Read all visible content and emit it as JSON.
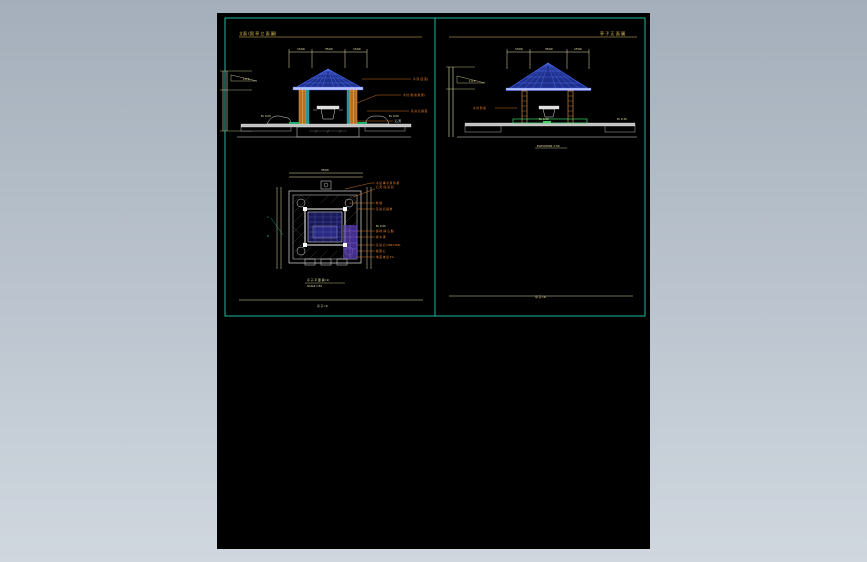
{
  "drawing": {
    "left_title": "立面 (園 亭 立 面 圖)",
    "right_title": "亭 子 正 面 圖",
    "colors": {
      "background": "#a9b4c0",
      "sheet": "#000000",
      "frame": "#22b8a0",
      "roof": "#3b5bd6",
      "pillar": "#d4862a",
      "dimension": "#e8e2a6",
      "annotation": "#ff8c2a",
      "ground": "#d8d8d8",
      "grass": "#3fd36a",
      "tile": "#7a4fd8"
    },
    "left_elevation": {
      "dim_top_left": "1500",
      "dim_top_mid": "3500",
      "dim_top_right": "1500",
      "annotations": [
        "亭 頂 (瓦 面)",
        "木 柱 (防 腐 處 理)",
        "花 崗 岩 鋪 面",
        "石 凳"
      ],
      "level_left": "EL 0.00",
      "level_right": "EL 0.00"
    },
    "right_elevation": {
      "dim_top_left": "1500",
      "dim_top_mid": "3500",
      "dim_top_right": "1500",
      "annotation_left": "木 柱 防 腐",
      "level_mid": "EL 0.00",
      "level_right": "EL 0.30",
      "caption": "ELEVATION  1:50"
    },
    "plan": {
      "dim_top": "3500",
      "annotations": [
        "木 結 構 亭 頂 俯 視",
        "石 凳 (花 崗 岩)",
        "柱 礎",
        "花 崗 岩 鋪 地",
        "EL 0.00",
        "鋪 地 (青 石 板)",
        "排 水 溝",
        "花 崗 岩 (300×300)",
        "收 邊 石",
        "地 面 坡 度 1%"
      ],
      "caption": "亭 子 平 面 圖 (1)",
      "scale": "SCALE 1:50"
    },
    "bottom_labels": {
      "left": "亭 子 (1)",
      "right": "亭 子 (2)"
    }
  }
}
